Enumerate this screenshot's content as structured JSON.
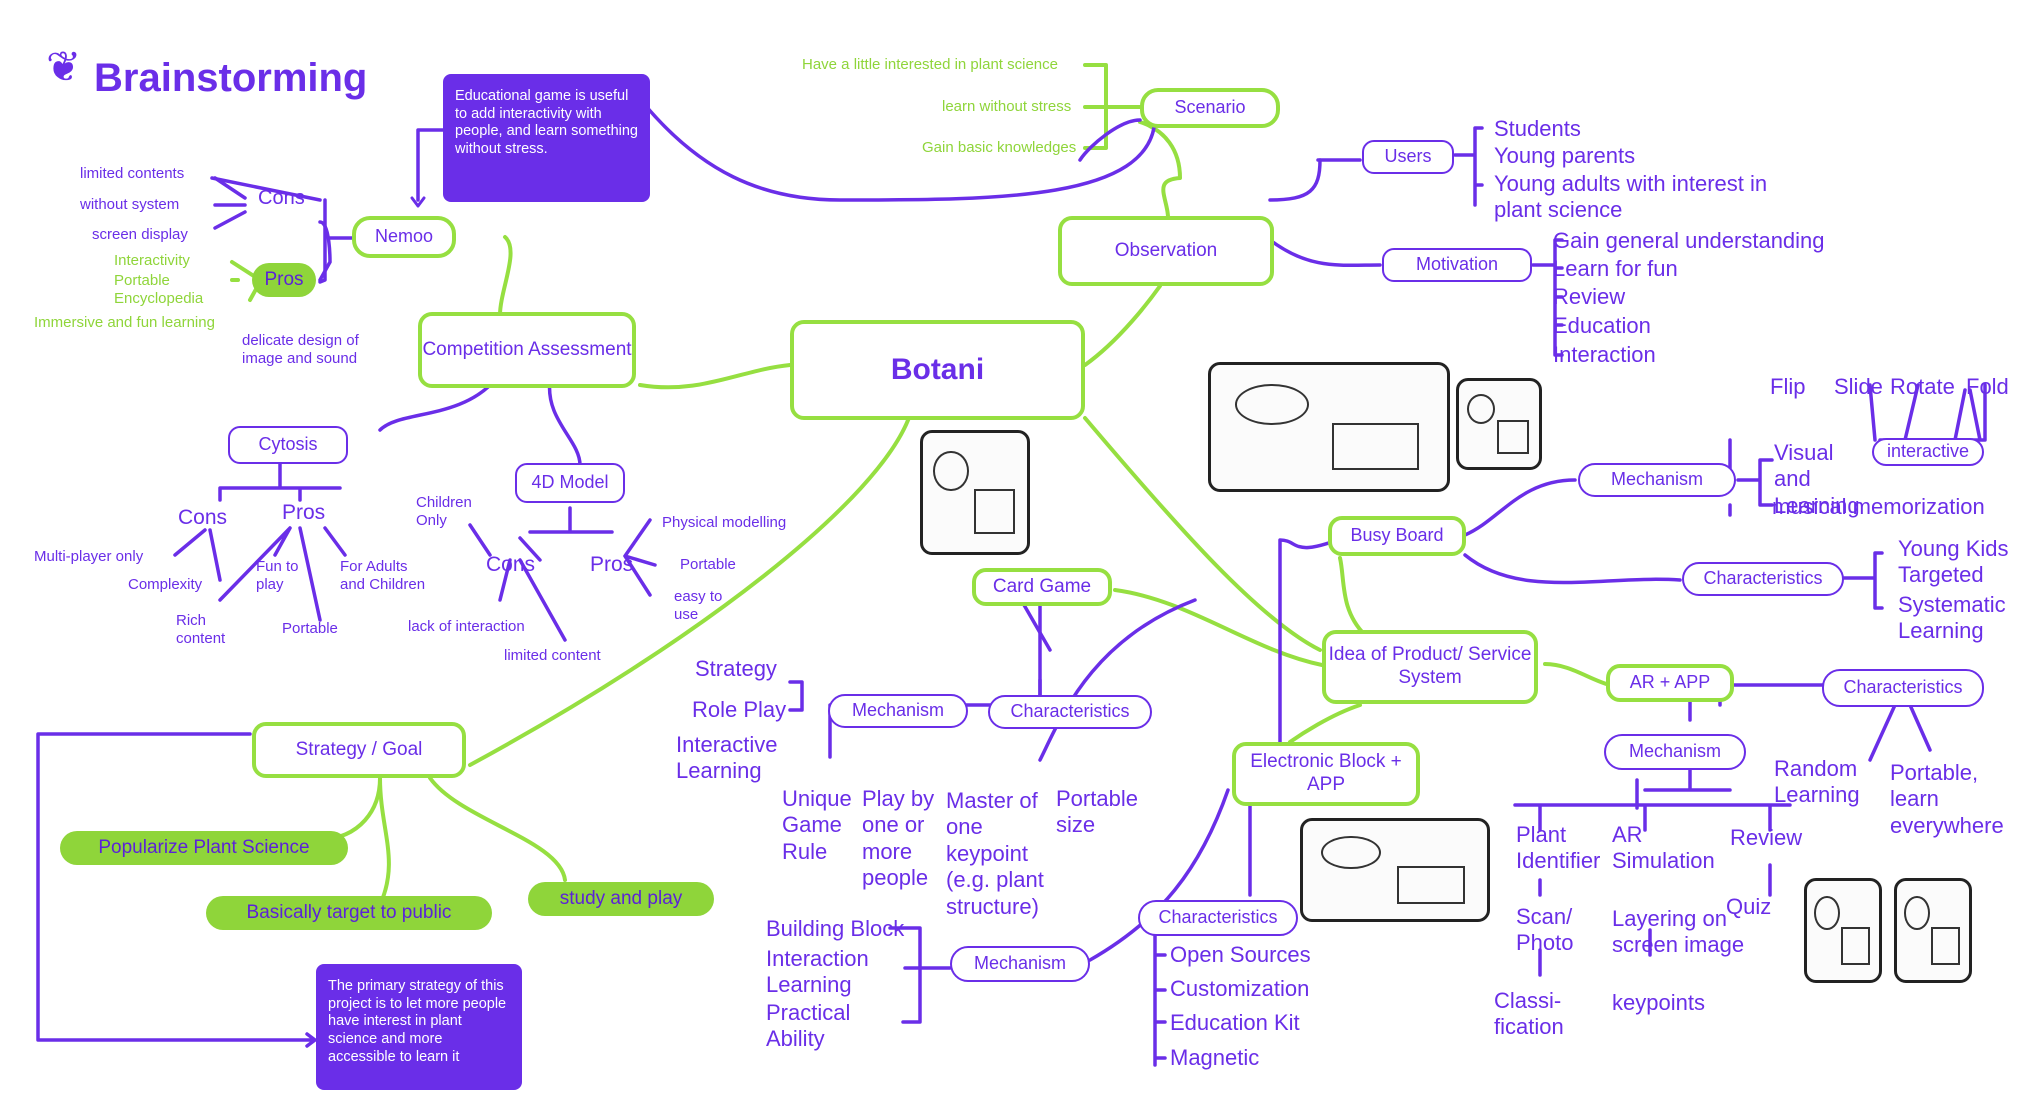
{
  "title": "Brainstorming",
  "logo_icon": "leaf-icon",
  "colors": {
    "purple": "#6a2ee8",
    "green": "#96df41",
    "green_fill": "#8fd53a"
  },
  "center": "Botani",
  "scenario": {
    "label": "Scenario",
    "items": [
      "Have a little interested in plant science",
      "learn without stress",
      "Gain basic knowledges"
    ]
  },
  "note_top": "Educational game is useful to add interactivity with people, and learn something without stress.",
  "nemoo": {
    "label": "Nemoo",
    "cons_label": "Cons",
    "cons": [
      "limited contents",
      "without system",
      "screen display"
    ],
    "pros_label": "Pros",
    "pros_green": [
      "Interactivity",
      "Portable Encyclopedia",
      "Immersive and fun learning"
    ],
    "pros_purple": "delicate design of image and sound"
  },
  "competition": {
    "label": "Competition Assessment"
  },
  "cytosis": {
    "label": "Cytosis",
    "cons_label": "Cons",
    "cons": [
      "Multi-player only",
      "Complexity"
    ],
    "pros_label": "Pros",
    "pros": [
      "Fun to play",
      "For Adults and Children",
      "Rich content",
      "Portable"
    ]
  },
  "model4d": {
    "label": "4D Model",
    "cons_label": "Cons",
    "cons": [
      "Children Only",
      "lack of interaction",
      "limited content"
    ],
    "pros_label": "Pros",
    "pros": [
      "Physical modelling",
      "Portable",
      "easy to use"
    ]
  },
  "strategy": {
    "label": "Strategy / Goal",
    "goals": [
      "Popularize Plant Science",
      "Basically target to public",
      "study and play"
    ],
    "note": "The primary strategy of this project is to let more people have interest in plant science and more accessible to learn it"
  },
  "card_game": {
    "label": "Card Game",
    "mechanism_label": "Mechanism",
    "mechanism": [
      "Strategy",
      "Role Play",
      "Interactive Learning"
    ],
    "characteristics_label": "Characteristics",
    "characteristics": [
      "Unique Game Rule",
      "Play by one or more people",
      "Master of one keypoint (e.g. plant structure)",
      "Portable size"
    ]
  },
  "observation": {
    "label": "Observation",
    "users_label": "Users",
    "users": [
      "Students",
      "Young parents",
      "Young adults with interest in plant science"
    ],
    "motivation_label": "Motivation",
    "motivation": [
      "Gain general understanding",
      "Learn for fun",
      "Review",
      "Education",
      "Interaction"
    ]
  },
  "busy_board": {
    "label": "Busy Board",
    "mechanism_label": "Mechanism",
    "interactive_options": [
      "Flip",
      "Slide",
      "Rotate",
      "Fold"
    ],
    "visual_label": "Visual and Learning",
    "interactive_label": "interactive",
    "musical": "musical memorization",
    "characteristics_label": "Characteristics",
    "characteristics": [
      "Young Kids Targeted",
      "Systematic Learning"
    ]
  },
  "idea": {
    "label": "Idea of Product/ Service System"
  },
  "ar_app": {
    "label": "AR + APP",
    "characteristics_label": "Characteristics",
    "characteristics": [
      "Random Learning",
      "Portable, learn everywhere"
    ],
    "mechanism_label": "Mechanism",
    "plant_identifier": "Plant Identifier",
    "scan_photo": "Scan/ Photo",
    "classification": "Classi- fication",
    "ar_simulation": "AR Simulation",
    "layering": "Layering on screen image",
    "keypoints": "keypoints",
    "review": "Review",
    "quiz": "Quiz"
  },
  "electronic": {
    "label": "Electronic Block + APP",
    "mechanism_label": "Mechanism",
    "mechanism": [
      "Building Block",
      "Interaction Learning",
      "Practical Ability"
    ],
    "characteristics_label": "Characteristics",
    "characteristics": [
      "Open Sources",
      "Customization",
      "Education Kit",
      "Magnetic"
    ]
  }
}
